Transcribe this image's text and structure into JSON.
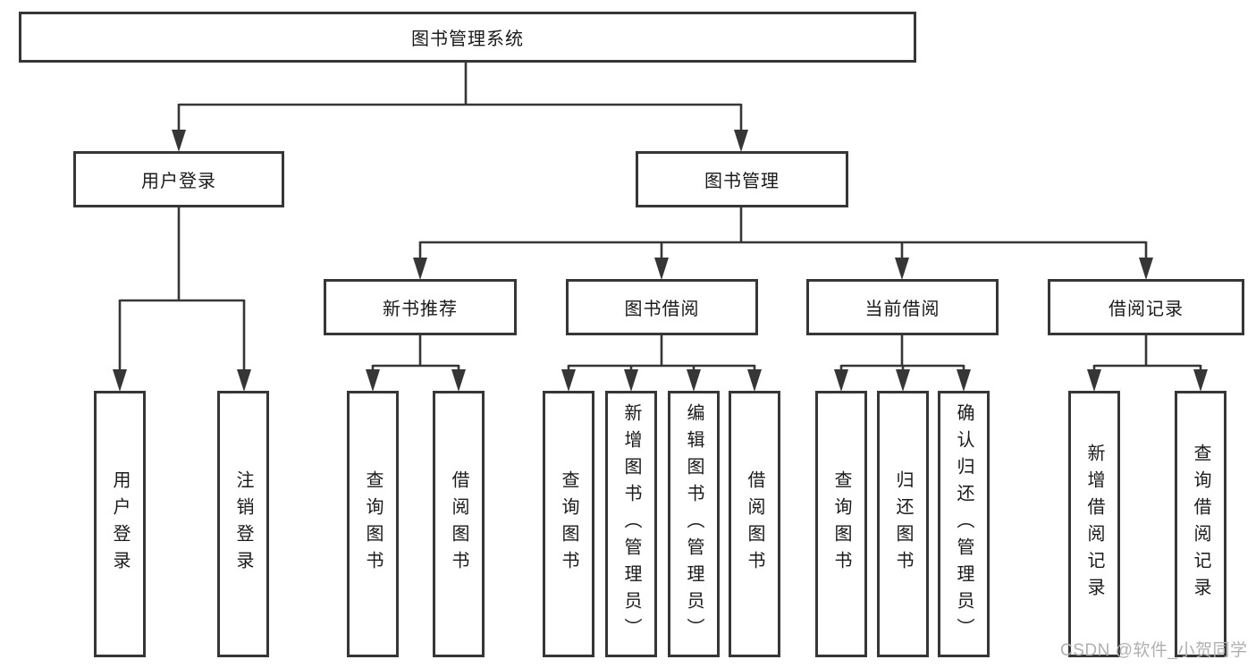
{
  "colors": {
    "line": "#363636",
    "text": "#1a1a1a",
    "watermark": "#b0b0b0",
    "background": "#ffffff"
  },
  "diagram": {
    "root": {
      "label": "图书管理系统"
    },
    "level2": [
      {
        "label": "用户登录"
      },
      {
        "label": "图书管理"
      }
    ],
    "level3": [
      {
        "label": "新书推荐"
      },
      {
        "label": "图书借阅"
      },
      {
        "label": "当前借阅"
      },
      {
        "label": "借阅记录"
      }
    ],
    "leaves": [
      {
        "label": "用户登录",
        "parent": "用户登录"
      },
      {
        "label": "注销登录",
        "parent": "用户登录"
      },
      {
        "label": "查询图书",
        "parent": "新书推荐"
      },
      {
        "label": "借阅图书",
        "parent": "新书推荐"
      },
      {
        "label": "查询图书",
        "parent": "图书借阅"
      },
      {
        "label": "新增图书（管理员）",
        "parent": "图书借阅"
      },
      {
        "label": "编辑图书（管理员）",
        "parent": "图书借阅"
      },
      {
        "label": "借阅图书",
        "parent": "图书借阅"
      },
      {
        "label": "查询图书",
        "parent": "当前借阅"
      },
      {
        "label": "归还图书",
        "parent": "当前借阅"
      },
      {
        "label": "确认归还（管理员）",
        "parent": "当前借阅"
      },
      {
        "label": "新增借阅记录",
        "parent": "借阅记录"
      },
      {
        "label": "查询借阅记录",
        "parent": "借阅记录"
      }
    ],
    "watermark": "CSDN @软件_小贺同学"
  }
}
